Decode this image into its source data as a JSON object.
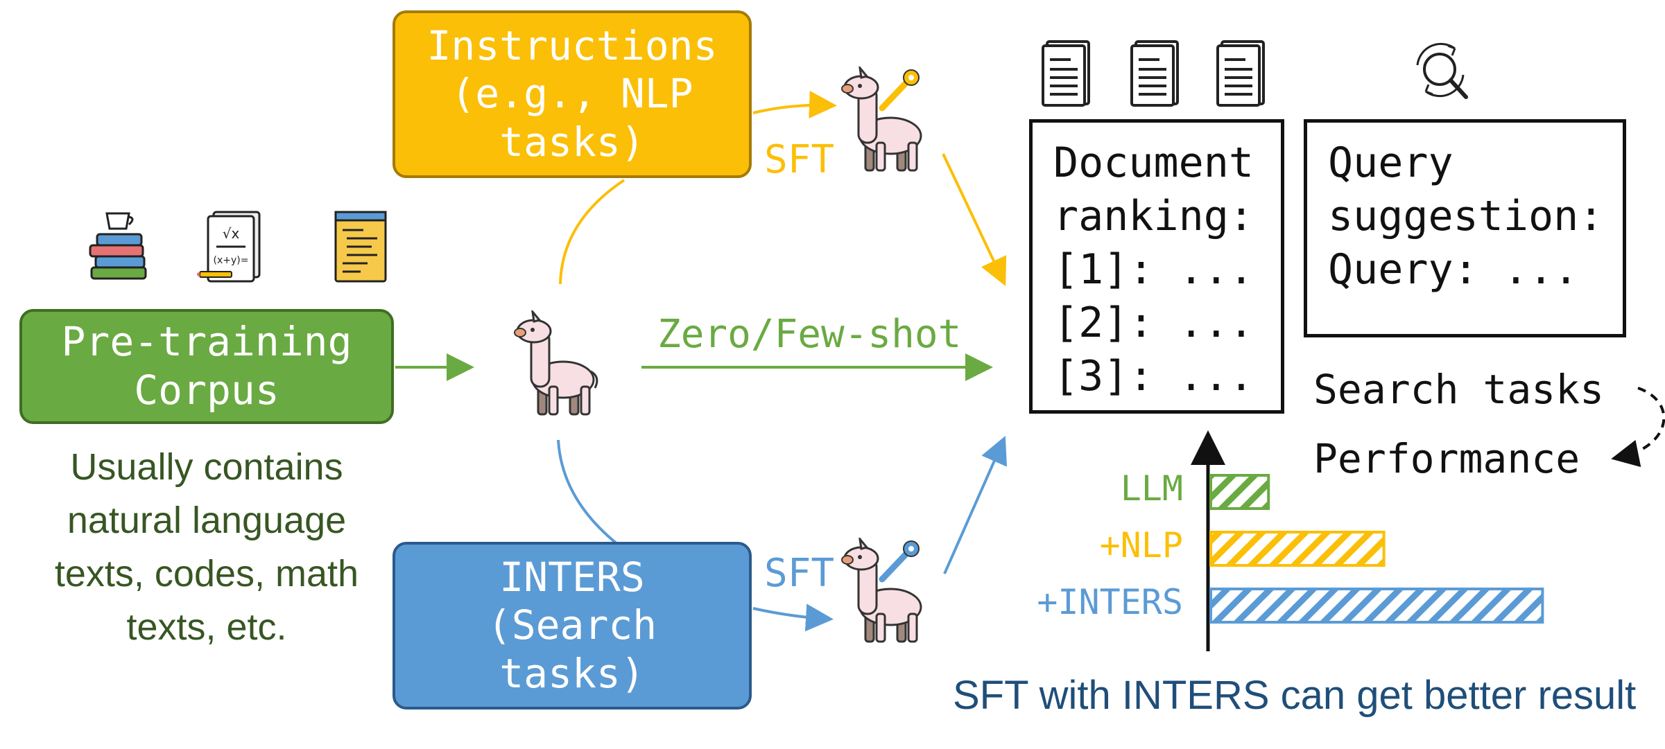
{
  "pipeline": {
    "instructions_box": {
      "lines": [
        "Instructions",
        "(e.g., NLP",
        "tasks)"
      ]
    },
    "pretraining_box": {
      "lines": [
        "Pre-training",
        "Corpus"
      ]
    },
    "inters_box": {
      "lines": [
        "INTERS",
        "(Search",
        "tasks)"
      ]
    },
    "corpus_description": [
      "Usually contains",
      "natural language",
      "texts, codes, math",
      "texts, etc."
    ],
    "sft_label_top": "SFT",
    "sft_label_bottom": "SFT",
    "zero_few_shot_label": "Zero/Few-shot"
  },
  "panels": {
    "document_ranking": [
      "Document",
      "ranking:",
      "[1]: ...",
      "[2]: ...",
      "[3]: ..."
    ],
    "query_suggestion": [
      "Query",
      "suggestion:",
      "Query: ..."
    ],
    "search_tasks_label": "Search tasks",
    "performance_label": "Performance"
  },
  "performance_bars": [
    {
      "label": "LLM",
      "value": 0.16,
      "color": "#6aaa42"
    },
    {
      "label": "+NLP",
      "value": 0.48,
      "color": "#fbbf08"
    },
    {
      "label": "+INTERS",
      "value": 0.92,
      "color": "#5b9bd5"
    }
  ],
  "caption": "SFT with INTERS can get better result",
  "colors": {
    "yellow": "#fbbf08",
    "green": "#6aaa42",
    "blue": "#5b9bd5",
    "dark_green_text": "#375623",
    "caption_blue": "#1f4e79"
  },
  "icons": [
    "books-icon",
    "math-document-icon",
    "code-file-icon",
    "llama-icon",
    "llama-wrench-icon",
    "document-icon",
    "search-refresh-icon"
  ]
}
